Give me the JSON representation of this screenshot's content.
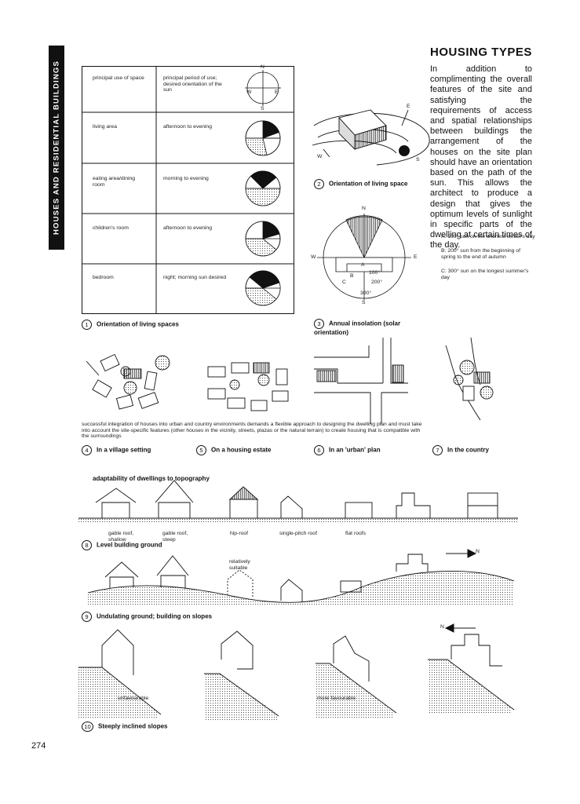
{
  "section_tab": "HOUSES AND RESIDENTIAL BUILDINGS",
  "title": "HOUSING TYPES",
  "intro": "In addition to complimenting the overall features of the site and satisfying the requirements of access and spatial relationships between buildings the arrangement of the houses on the site plan should have an orientation based on the path of the sun. This allows the architect to produce a design that gives the optimum levels of sunlight in specific parts of the dwelling at certain times of the day.",
  "table": {
    "col1_header": "principal use of space",
    "col2_header": "principal period of use; desired orientation of the sun",
    "compass": {
      "n": "N",
      "s": "S",
      "e": "E",
      "w": "W"
    },
    "rows": [
      {
        "use": "living area",
        "period": "afternoon to evening"
      },
      {
        "use": "eating area/dining room",
        "period": "morning to evening"
      },
      {
        "use": "children's room",
        "period": "afternoon to evening"
      },
      {
        "use": "bedroom",
        "period": "night; morning sun desired"
      }
    ]
  },
  "fig2_labels": {
    "e": "E",
    "w": "W",
    "s": "S"
  },
  "fig3": {
    "n": "N",
    "w": "W",
    "e": "E",
    "s": "S",
    "a": "A",
    "b": "B",
    "c": "C",
    "deg100": "100°",
    "deg200": "200°",
    "deg300": "300°",
    "legend": [
      {
        "key": "A:",
        "deg": "100°",
        "text": "sun on the shortest winter's day"
      },
      {
        "key": "B:",
        "deg": "200°",
        "text": "sun from the beginning of spring to the end of autumn"
      },
      {
        "key": "C:",
        "deg": "300°",
        "text": "sun on the longest summer's day"
      }
    ]
  },
  "captions": {
    "c1": {
      "num": "1",
      "text": "Orientation of living spaces"
    },
    "c2": {
      "num": "2",
      "text": "Orientation of living space"
    },
    "c3": {
      "num": "3",
      "text": "Annual insolation (solar orientation)"
    },
    "c4": {
      "num": "4",
      "text": "In a village setting"
    },
    "c5": {
      "num": "5",
      "text": "On a housing estate"
    },
    "c6": {
      "num": "6",
      "text": "In an 'urban' plan"
    },
    "c7": {
      "num": "7",
      "text": "In the country"
    },
    "c8": {
      "num": "8",
      "text": "Level building ground"
    },
    "c9": {
      "num": "9",
      "text": "Undulating ground; building on slopes"
    },
    "c10": {
      "num": "10",
      "text": "Steeply inclined slopes"
    }
  },
  "integration_note": "successful integration of houses into urban and country environments demands a flexible approach to designing the dwelling plan and must take into account the site-specific features (other houses in the vicinity, streets, plazas or the natural terrain) to create housing that is compatible with the surroundings",
  "topography_heading": "adaptability of dwellings to topography",
  "roof_labels": {
    "gable_shallow": "gable roof, shallow",
    "gable_steep": "gable roof, steep",
    "hip": "hip-roof",
    "single_pitch": "single-pitch roof",
    "flat": "flat roofs"
  },
  "relatively_suitable": "relatively suitable",
  "n_arrow_right": "N",
  "n_arrow_left": "N",
  "slope_labels": {
    "unfavourable": "unfavourable",
    "more_favourable": "more favourable"
  },
  "page_number": "274"
}
